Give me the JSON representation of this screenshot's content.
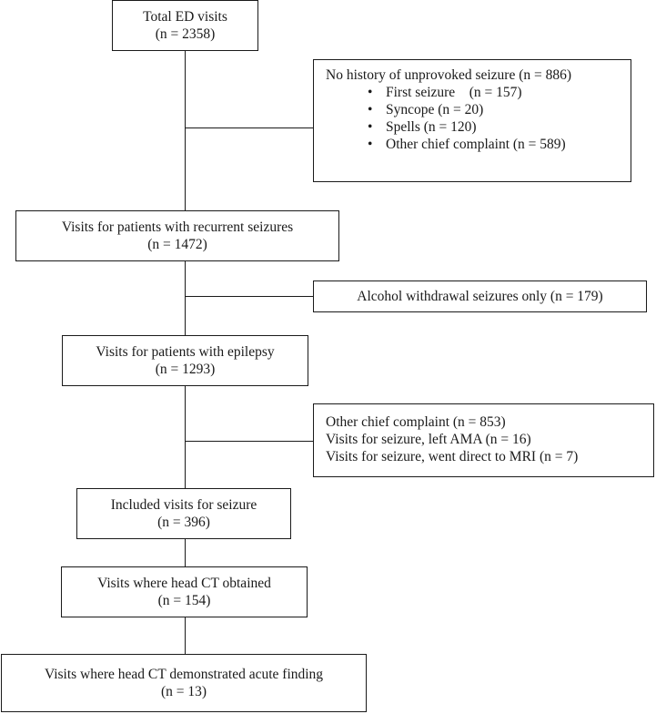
{
  "flow": {
    "total": {
      "title": "Total ED visits",
      "n": "(n = 2358)"
    },
    "excl1": {
      "title": "No history of unprovoked seizure (n = 886)",
      "items": [
        "First seizure    (n = 157)",
        "Syncope (n = 20)",
        "Spells (n = 120)",
        "Other chief complaint (n = 589)"
      ]
    },
    "recurrent": {
      "title": "Visits for patients with recurrent seizures",
      "n": "(n = 1472)"
    },
    "excl2": {
      "title": "Alcohol withdrawal seizures only (n = 179)"
    },
    "epilepsy": {
      "title": "Visits for patients with epilepsy",
      "n": "(n = 1293)"
    },
    "excl3": {
      "lines": [
        "Other chief complaint (n = 853)",
        "Visits for seizure, left AMA (n = 16)",
        "Visits for seizure, went direct to MRI (n = 7)"
      ]
    },
    "included": {
      "title": "Included visits for seizure",
      "n": "(n = 396)"
    },
    "ct": {
      "title": "Visits where head CT obtained",
      "n": "(n = 154)"
    },
    "acute": {
      "title": "Visits where head CT demonstrated acute finding",
      "n": "(n = 13)"
    }
  }
}
